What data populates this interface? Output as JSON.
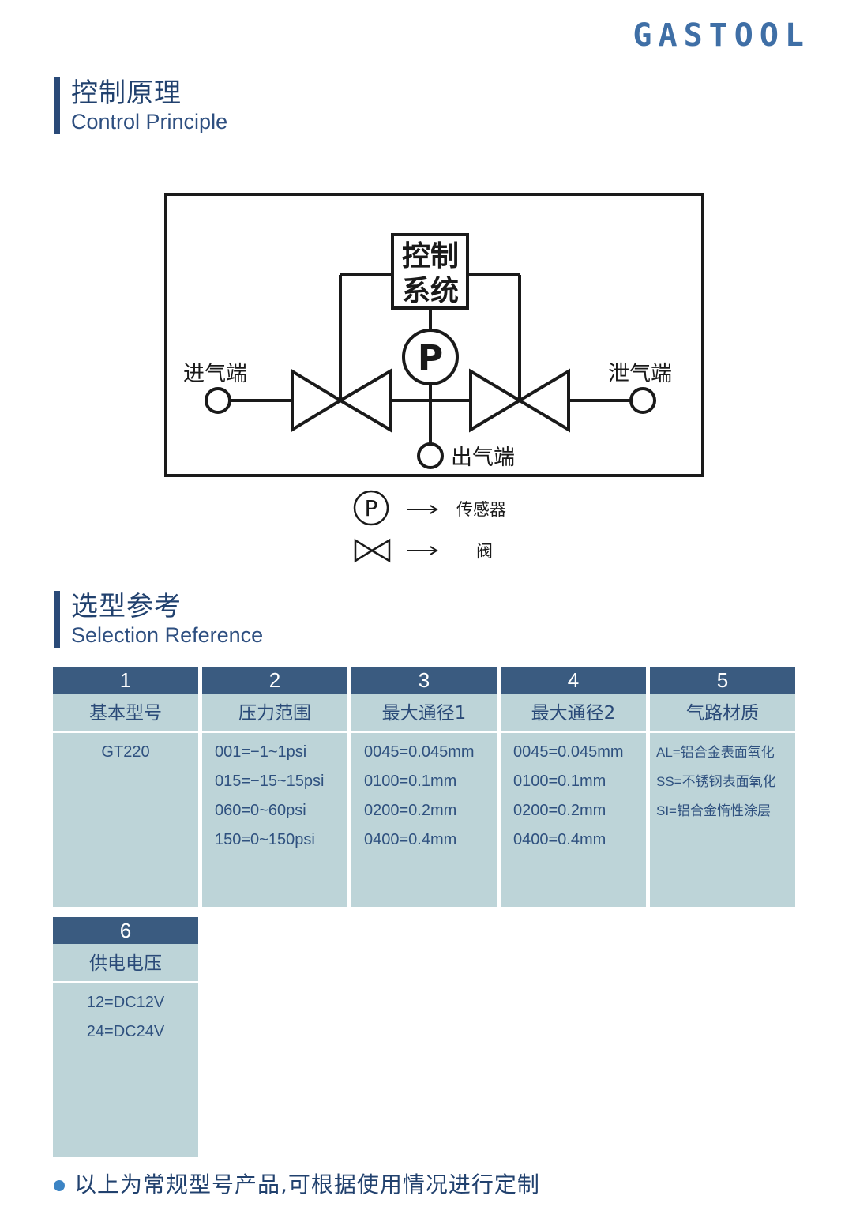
{
  "brand": "GASTOOL",
  "control_section": {
    "title_zh": "控制原理",
    "title_en": "Control Principle"
  },
  "diagram": {
    "control_box": [
      "控制",
      "系统"
    ],
    "sensor_symbol": "P",
    "inlet": "进气端",
    "exhaust": "泄气端",
    "outlet": "出气端",
    "legend": [
      {
        "symbol": "P",
        "label": "传感器"
      },
      {
        "symbol": "valve",
        "label": "阀"
      }
    ],
    "colors": {
      "line": "#1a1a1a"
    }
  },
  "selection_section": {
    "title_zh": "选型参考",
    "title_en": "Selection Reference"
  },
  "table": {
    "columns": [
      {
        "num": "1",
        "name": "基本型号",
        "options": [
          "GT220"
        ]
      },
      {
        "num": "2",
        "name": "压力范围",
        "options": [
          "001=−1~1psi",
          "015=−15~15psi",
          "060=0~60psi",
          "150=0~150psi"
        ]
      },
      {
        "num": "3",
        "name": "最大通径1",
        "options": [
          "0045=0.045mm",
          "0100=0.1mm",
          "0200=0.2mm",
          "0400=0.4mm"
        ]
      },
      {
        "num": "4",
        "name": "最大通径2",
        "options": [
          "0045=0.045mm",
          "0100=0.1mm",
          "0200=0.2mm",
          "0400=0.4mm"
        ]
      },
      {
        "num": "5",
        "name": "气路材质",
        "options": [
          "AL=铝合金表面氧化",
          "SS=不锈钢表面氧化",
          "SI=铝合金惰性涂层"
        ]
      },
      {
        "num": "6",
        "name": "供电电压",
        "options": [
          "12=DC12V",
          "24=DC24V"
        ]
      }
    ],
    "colors": {
      "header": "#3a5b80",
      "cell": "#bdd4d8"
    }
  },
  "note": "以上为常规型号产品,可根据使用情况进行定制"
}
